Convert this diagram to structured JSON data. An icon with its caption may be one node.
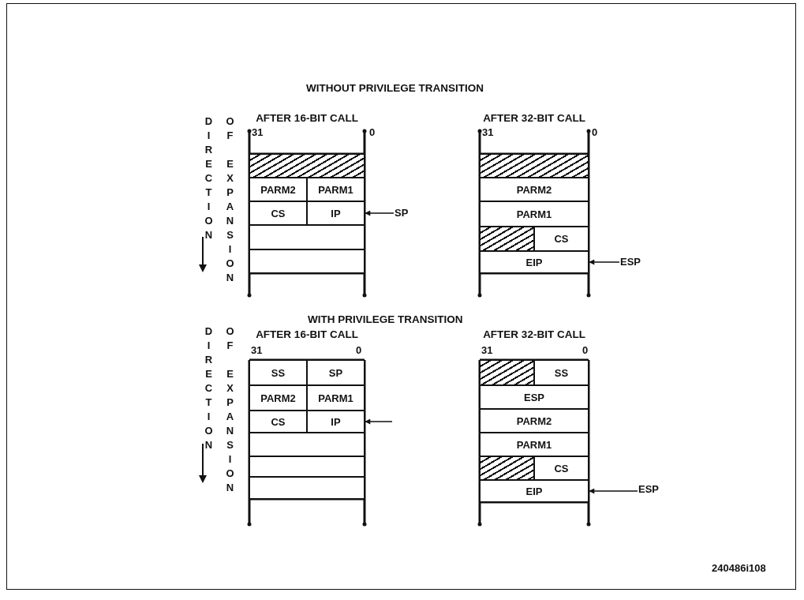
{
  "diagram": {
    "nodes": [
      {
        "text": [
          "AFTER 16-BIT CALL"
        ]
      },
      {
        "text": [],
        "shape": "box",
        "in": 0
      },
      {
        "text": [
          "PARM2"
        ],
        "in": 0
      },
      {
        "text": [
          "PARM1"
        ],
        "in": 0
      },
      {
        "text": [
          "CS"
        ],
        "in": 0
      },
      {
        "text": [
          "IP"
        ],
        "in": 0
      },
      {
        "text": [],
        "shape": "box",
        "in": 0
      },
      {
        "text": [],
        "shape": "box",
        "in": 0
      },
      {
        "text": [
          "SP"
        ]
      },
      {
        "text": [
          "AFTER 32-BIT CALL"
        ]
      },
      {
        "text": [],
        "shape": "box",
        "in": 9
      },
      {
        "text": [
          "PARM2"
        ],
        "in": 9
      },
      {
        "text": [
          "PARM1"
        ],
        "in": 9
      },
      {
        "text": [],
        "shape": "box",
        "in": 9
      },
      {
        "text": [
          "CS"
        ],
        "in": 9
      },
      {
        "text": [
          "EIP"
        ],
        "in": 9
      },
      {
        "text": [
          "ESP"
        ]
      },
      {
        "text": [
          "AFTER 16-BIT CALL"
        ]
      },
      {
        "text": [
          "SS"
        ],
        "in": 17
      },
      {
        "text": [
          "SP"
        ],
        "in": 17
      },
      {
        "text": [
          "PARM2"
        ],
        "in": 17
      },
      {
        "text": [
          "PARM1"
        ],
        "in": 17
      },
      {
        "text": [
          "CS"
        ],
        "in": 17
      },
      {
        "text": [
          "IP"
        ],
        "in": 17
      },
      {
        "text": [],
        "shape": "box",
        "in": 17
      },
      {
        "text": [],
        "shape": "box",
        "in": 17
      },
      {
        "text": [],
        "shape": "box",
        "in": 17
      },
      {
        "text": [
          "AFTER 32-BIT CALL"
        ]
      },
      {
        "text": [],
        "shape": "box",
        "in": 27
      },
      {
        "text": [
          "SS"
        ],
        "in": 27
      },
      {
        "text": [
          "ESP"
        ],
        "in": 27
      },
      {
        "text": [
          "PARM2"
        ],
        "in": 27
      },
      {
        "text": [
          "PARM1"
        ],
        "in": 27
      },
      {
        "text": [],
        "shape": "box",
        "in": 27
      },
      {
        "text": [
          "CS"
        ],
        "in": 27
      },
      {
        "text": [
          "EIP"
        ],
        "in": 27
      },
      {
        "text": [
          "ESP"
        ]
      }
    ],
    "edges": [
      {
        "from": 8,
        "to": 5,
        "arrow": "to"
      },
      {
        "from": 16,
        "to": 15,
        "arrow": "to"
      },
      {
        "from": null,
        "to": 23,
        "arrow": "to"
      },
      {
        "from": 36,
        "to": 35,
        "arrow": "to"
      }
    ],
    "labels": [
      "WITHOUT PRIVILEGE TRANSITION",
      "DIRECTION",
      "OF EXPANSION",
      "31",
      "0",
      "31",
      "0",
      "WITH PRIVILEGE TRANSITION",
      "DIRECTION",
      "OF EXPANSION",
      "31",
      "0",
      "31",
      "0",
      "240486i108"
    ]
  }
}
